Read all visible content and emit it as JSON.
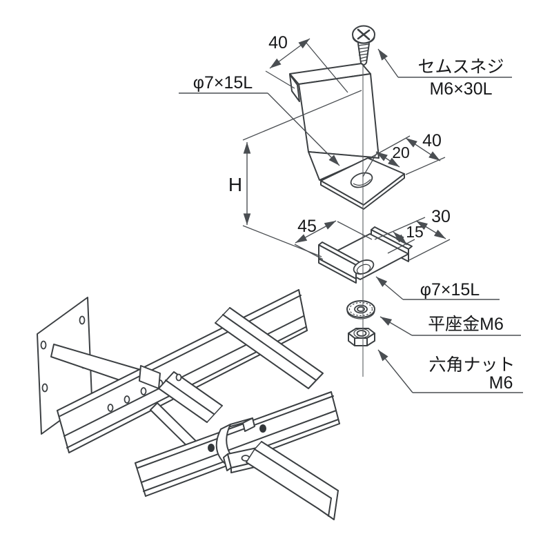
{
  "colors": {
    "line": "#3b3f42",
    "dimension": "#4a4e52",
    "text": "#17181a",
    "background": "#ffffff"
  },
  "exploded_view": {
    "parts": {
      "screw_label_1": "セムスネジ",
      "screw_label_2": "M6×30L",
      "slot_label_top": "φ7×15L",
      "slot_label_bottom": "φ7×15L",
      "washer_label": "平座金M6",
      "nut_label_1": "六角ナット",
      "nut_label_2": "M6"
    },
    "dimensions": {
      "hook_width": "40",
      "plate_hole_offset": "20",
      "plate_width": "40",
      "bracket_height": "H",
      "saddle_length": "45",
      "saddle_slot_offset": "15",
      "saddle_width": "30"
    }
  }
}
